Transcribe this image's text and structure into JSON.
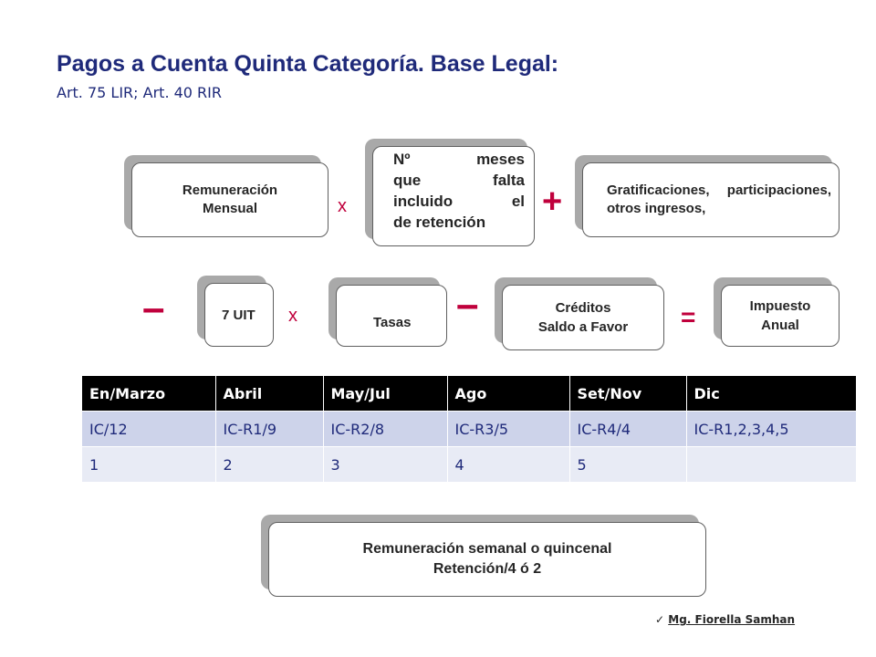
{
  "header": {
    "title": "Pagos a Cuenta Quinta Categoría. Base Legal:",
    "subtitle": "Art. 75 LIR; Art. 40 RIR"
  },
  "formula_row1": {
    "remuneracion": "Remuneración Mensual",
    "op_times": "x",
    "meses": [
      "Nº",
      "meses",
      "que",
      "falta",
      "incluido",
      "el",
      "de retención"
    ],
    "op_plus": "+",
    "gratificaciones": "Gratificaciones, participaciones, otros ingresos,"
  },
  "formula_row2": {
    "op_minus_1": "–",
    "uit": "7 UIT",
    "op_times": "x",
    "tasas": "Tasas",
    "op_minus_2": "–",
    "creditos_line1": "Créditos",
    "creditos_line2": "Saldo a Favor",
    "op_equals": "=",
    "impuesto_line1": "Impuesto",
    "impuesto_line2": "Anual"
  },
  "schedule_table": {
    "headers": [
      "En/Marzo",
      "Abril",
      "May/Jul",
      "Ago",
      "Set/Nov",
      "Dic"
    ],
    "rows": [
      [
        "IC/12",
        "IC-R1/9",
        "IC-R2/8",
        "IC-R3/5",
        "IC-R4/4",
        "IC-R1,2,3,4,5"
      ],
      [
        "1",
        "2",
        "3",
        "4",
        "5",
        ""
      ]
    ]
  },
  "note_box": {
    "line1": "Remuneración semanal o quincenal",
    "line2": "Retención/4 ó 2"
  },
  "footer": {
    "check_mark": "✓",
    "author": "Mg. Fiorella Samhan"
  },
  "colors": {
    "title": "#1f2a7a",
    "operator": "#c0003c",
    "table_header": "#000000",
    "table_row1": "#cdd3ea",
    "table_row2": "#e8ebf5"
  }
}
